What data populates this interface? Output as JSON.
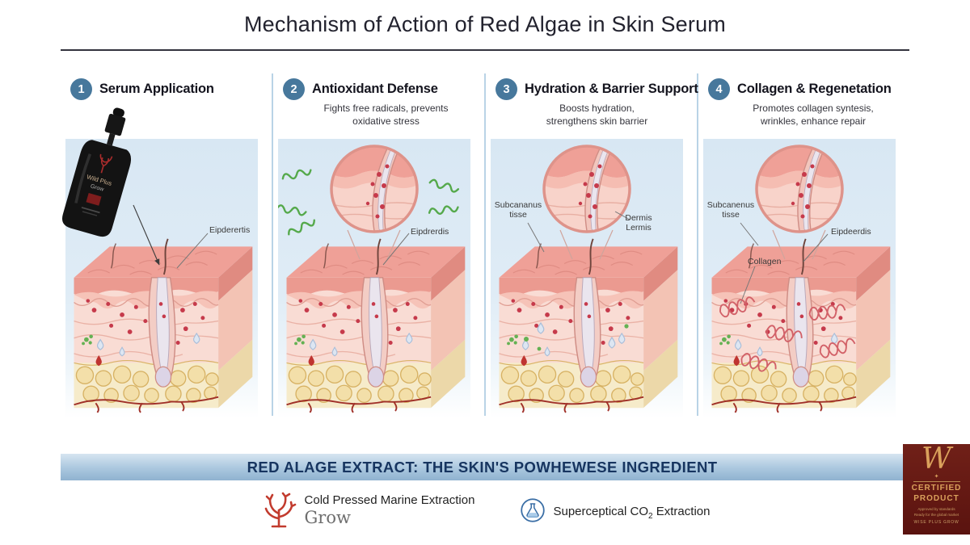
{
  "title": "Mechanism of Action of Red Algae in Skin Serum",
  "panels": [
    {
      "number": "1",
      "heading": "Serum Application",
      "subtext": "",
      "label_right": "Eipderertis"
    },
    {
      "number": "2",
      "heading": "Antioxidant Defense",
      "subtext": "Fights free radicals, prevents oxidative stress",
      "label_right": "Eipdrerdis"
    },
    {
      "number": "3",
      "heading": "Hydration & Barrier Support",
      "subtext": "Boosts hydration, strengthens skin barrier",
      "label_left": "Subcananus tisse",
      "label_right": "Dermis Lermis"
    },
    {
      "number": "4",
      "heading": "Collagen & Regenetation",
      "subtext": "Promotes collagen syntesis, wrinkles, enhance repair",
      "label_left": "Subcanenus tisse",
      "label_right": "Eipdeerdis",
      "label_collagen": "Collagen"
    }
  ],
  "bottle": {
    "brand_line1": "Wild Plus",
    "brand_line2": "Grow"
  },
  "banner": {
    "text": "RED ALAGE EXTRACT: THE SKIN'S POWHEWESE INGREDIENT"
  },
  "footer": {
    "extraction1_title": "Cold Pressed Marine Extraction",
    "extraction1_brand": "Grow",
    "extraction2_prefix": "Superceptical CO",
    "extraction2_sub": "2",
    "extraction2_suffix": " Extraction"
  },
  "badge": {
    "monogram": "W",
    "star": "✦",
    "line1": "CERTIFIED",
    "line2": "PRODUCT",
    "small1": "Approved by standards",
    "small2": "Ready for the global market",
    "bottom": "WISE PLUS GROW"
  },
  "colors": {
    "step_circle_blue": "#47789c",
    "panel_bg_blue": "#d8e7f3",
    "banner_text_navy": "#173560",
    "badge_maroon": "#5a130f",
    "badge_gold": "#daa15c",
    "coral_red": "#c23b2e",
    "flask_blue": "#3a6ea5"
  }
}
